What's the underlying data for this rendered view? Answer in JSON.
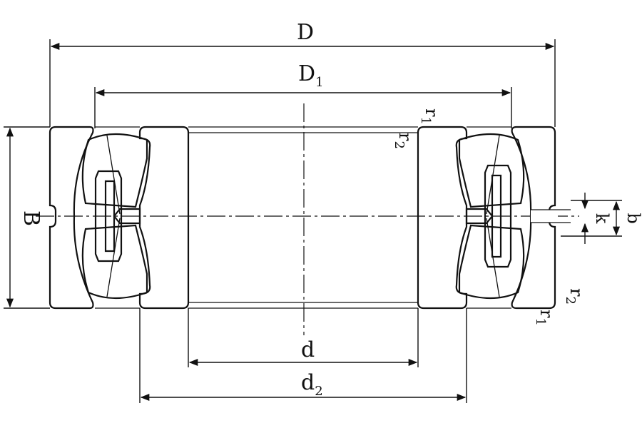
{
  "labels": {
    "D": "D",
    "D1": {
      "main": "D",
      "sub": "1"
    },
    "d": "d",
    "d2": {
      "main": "d",
      "sub": "2"
    },
    "B": "B",
    "b": "b",
    "k": "k",
    "r1_top": {
      "main": "r",
      "sub": "1"
    },
    "r2_top": {
      "main": "r",
      "sub": "2"
    },
    "r2_bottom": {
      "main": "r",
      "sub": "2"
    },
    "r1_bottom": {
      "main": "r",
      "sub": "1"
    }
  },
  "colors": {
    "ring_fill": "#19a8a8",
    "line": "#111111",
    "background": "#ffffff"
  }
}
